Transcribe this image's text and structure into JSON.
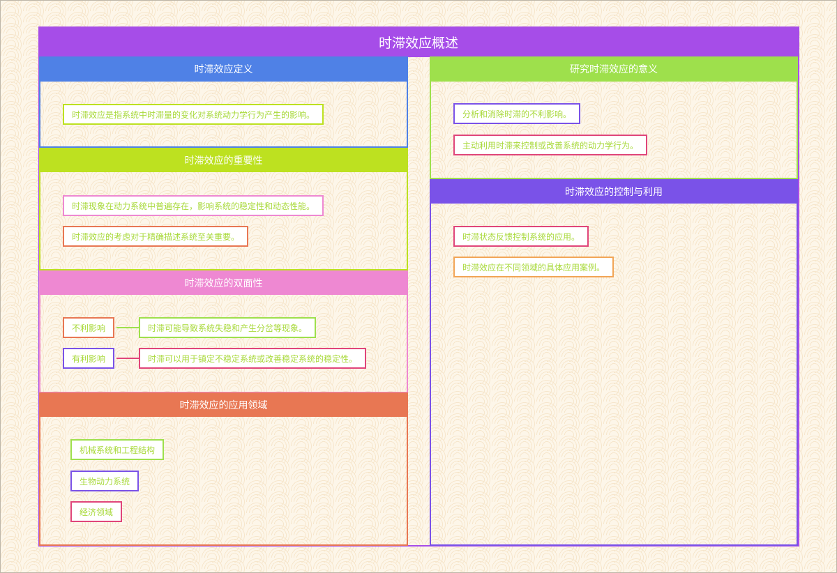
{
  "title": "时滞效应概述",
  "colors": {
    "title": "#a64de8",
    "definition": "#4f81e6",
    "importance": "#bde120",
    "duality": "#ee88d2",
    "applications": "#e87753",
    "significance": "#9ee04c",
    "control": "#7a52e8",
    "text": "#a8d93a"
  },
  "sections": {
    "definition": {
      "heading": "时滞效应定义",
      "items": [
        "时滞效应是指系统中时滞量的变化对系统动力学行为产生的影响。"
      ]
    },
    "importance": {
      "heading": "时滞效应的重要性",
      "items": [
        "时滞现象在动力系统中普遍存在，影响系统的稳定性和动态性能。",
        "时滞效应的考虑对于精确描述系统至关重要。"
      ]
    },
    "duality": {
      "heading": "时滞效应的双面性",
      "rows": [
        {
          "label": "不利影响",
          "detail": "时滞可能导致系统失稳和产生分岔等现象。"
        },
        {
          "label": "有利影响",
          "detail": "时滞可以用于镇定不稳定系统或改善稳定系统的稳定性。"
        }
      ]
    },
    "applications": {
      "heading": "时滞效应的应用领域",
      "items": [
        "机械系统和工程结构",
        "生物动力系统",
        "经济领域"
      ]
    },
    "significance": {
      "heading": "研究时滞效应的意义",
      "items": [
        "分析和消除时滞的不利影响。",
        "主动利用时滞来控制或改善系统的动力学行为。"
      ]
    },
    "control": {
      "heading": "时滞效应的控制与利用",
      "items": [
        "时滞状态反馈控制系统的应用。",
        "时滞效应在不同领域的具体应用案例。"
      ]
    }
  }
}
